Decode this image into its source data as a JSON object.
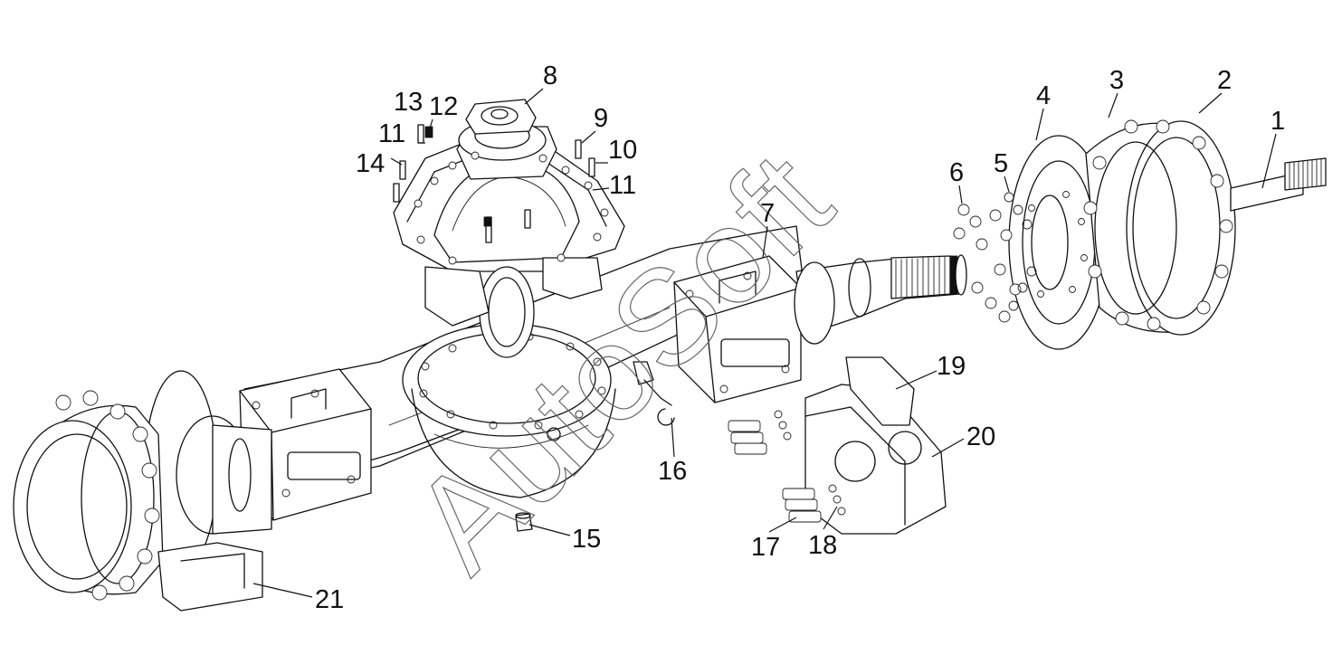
{
  "callouts": [
    {
      "id": "c1",
      "label": "1"
    },
    {
      "id": "c2",
      "label": "2"
    },
    {
      "id": "c3",
      "label": "3"
    },
    {
      "id": "c4",
      "label": "4"
    },
    {
      "id": "c5",
      "label": "5"
    },
    {
      "id": "c6",
      "label": "6"
    },
    {
      "id": "c7",
      "label": "7"
    },
    {
      "id": "c8",
      "label": "8"
    },
    {
      "id": "c9",
      "label": "9"
    },
    {
      "id": "c10",
      "label": "10"
    },
    {
      "id": "c11a",
      "label": "11"
    },
    {
      "id": "c11b",
      "label": "11"
    },
    {
      "id": "c12",
      "label": "12"
    },
    {
      "id": "c13",
      "label": "13"
    },
    {
      "id": "c14",
      "label": "14"
    },
    {
      "id": "c15",
      "label": "15"
    },
    {
      "id": "c16",
      "label": "16"
    },
    {
      "id": "c17",
      "label": "17"
    },
    {
      "id": "c18",
      "label": "18"
    },
    {
      "id": "c19",
      "label": "19"
    },
    {
      "id": "c20",
      "label": "20"
    },
    {
      "id": "c21",
      "label": "21"
    }
  ],
  "watermark": "AutoSoft"
}
